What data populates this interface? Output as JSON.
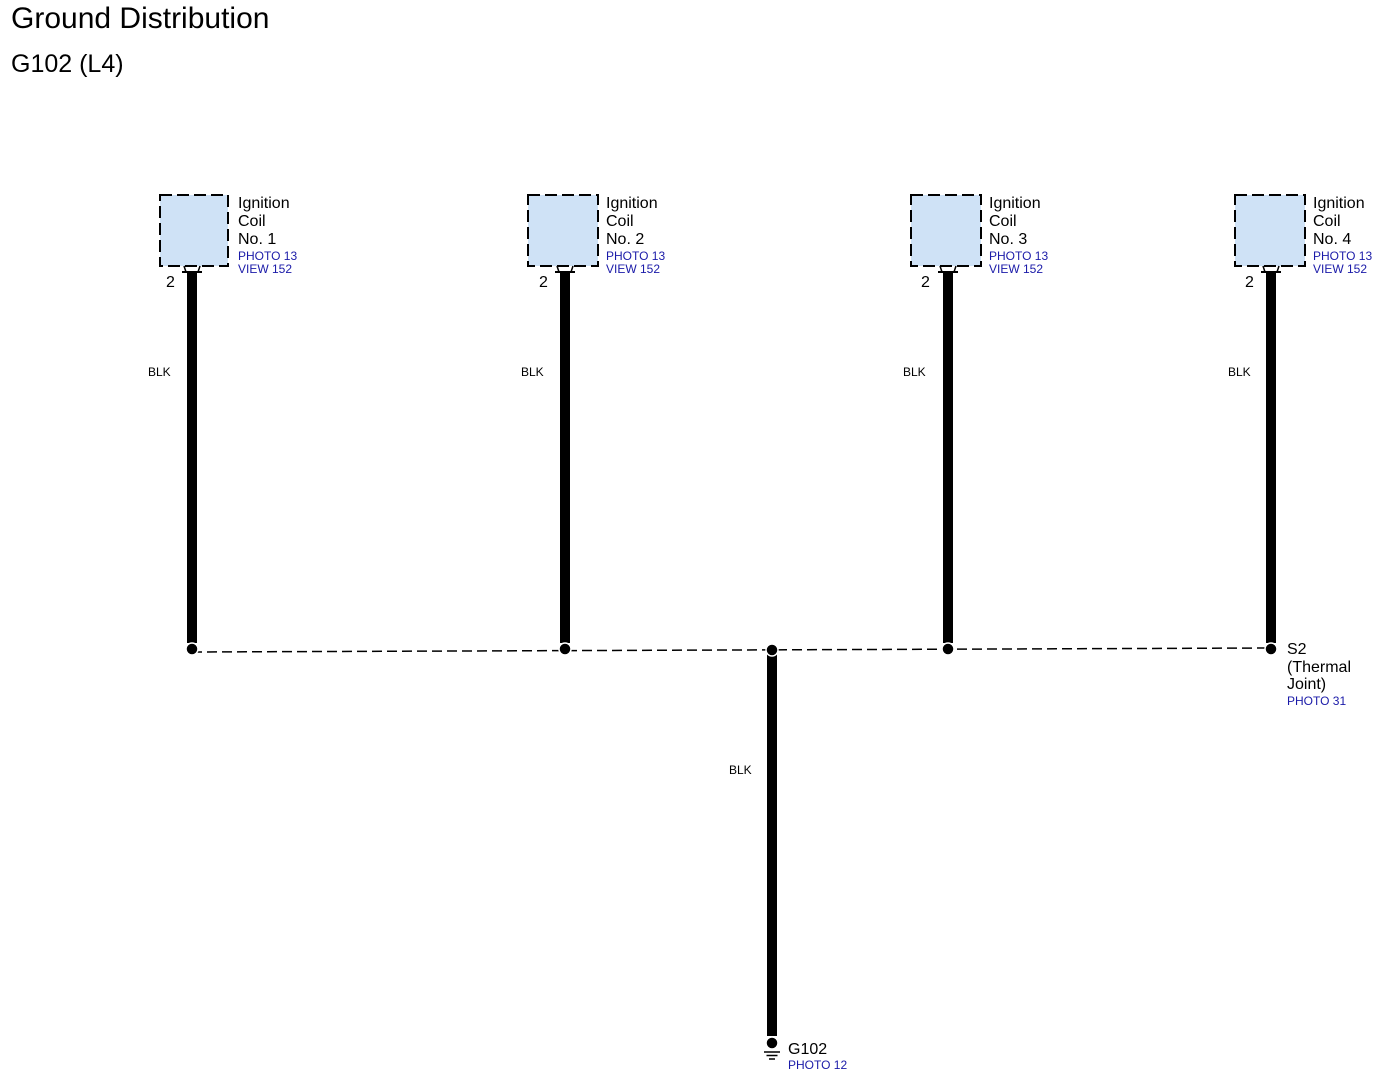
{
  "title": "Ground Distribution",
  "subtitle": "G102 (L4)",
  "wire_color_label": "BLK",
  "components": [
    {
      "name_lines": [
        "Ignition",
        "Coil",
        "No. 1"
      ],
      "refs": [
        "PHOTO 13",
        "VIEW 152"
      ],
      "pin": "2",
      "wire": "BLK"
    },
    {
      "name_lines": [
        "Ignition",
        "Coil",
        "No. 2"
      ],
      "refs": [
        "PHOTO 13",
        "VIEW 152"
      ],
      "pin": "2",
      "wire": "BLK"
    },
    {
      "name_lines": [
        "Ignition",
        "Coil",
        "No. 3"
      ],
      "refs": [
        "PHOTO 13",
        "VIEW 152"
      ],
      "pin": "2",
      "wire": "BLK"
    },
    {
      "name_lines": [
        "Ignition",
        "Coil",
        "No. 4"
      ],
      "refs": [
        "PHOTO 13",
        "VIEW 152"
      ],
      "pin": "2",
      "wire": "BLK"
    }
  ],
  "splice": {
    "name_lines": [
      "S2",
      "(Thermal",
      "Joint)"
    ],
    "ref": "PHOTO 31"
  },
  "ground": {
    "name": "G102",
    "ref": "PHOTO 12",
    "wire": "BLK"
  },
  "colors": {
    "component_fill": "#cfe2f6",
    "link": "#1a1aa8",
    "wire": "#000000"
  }
}
